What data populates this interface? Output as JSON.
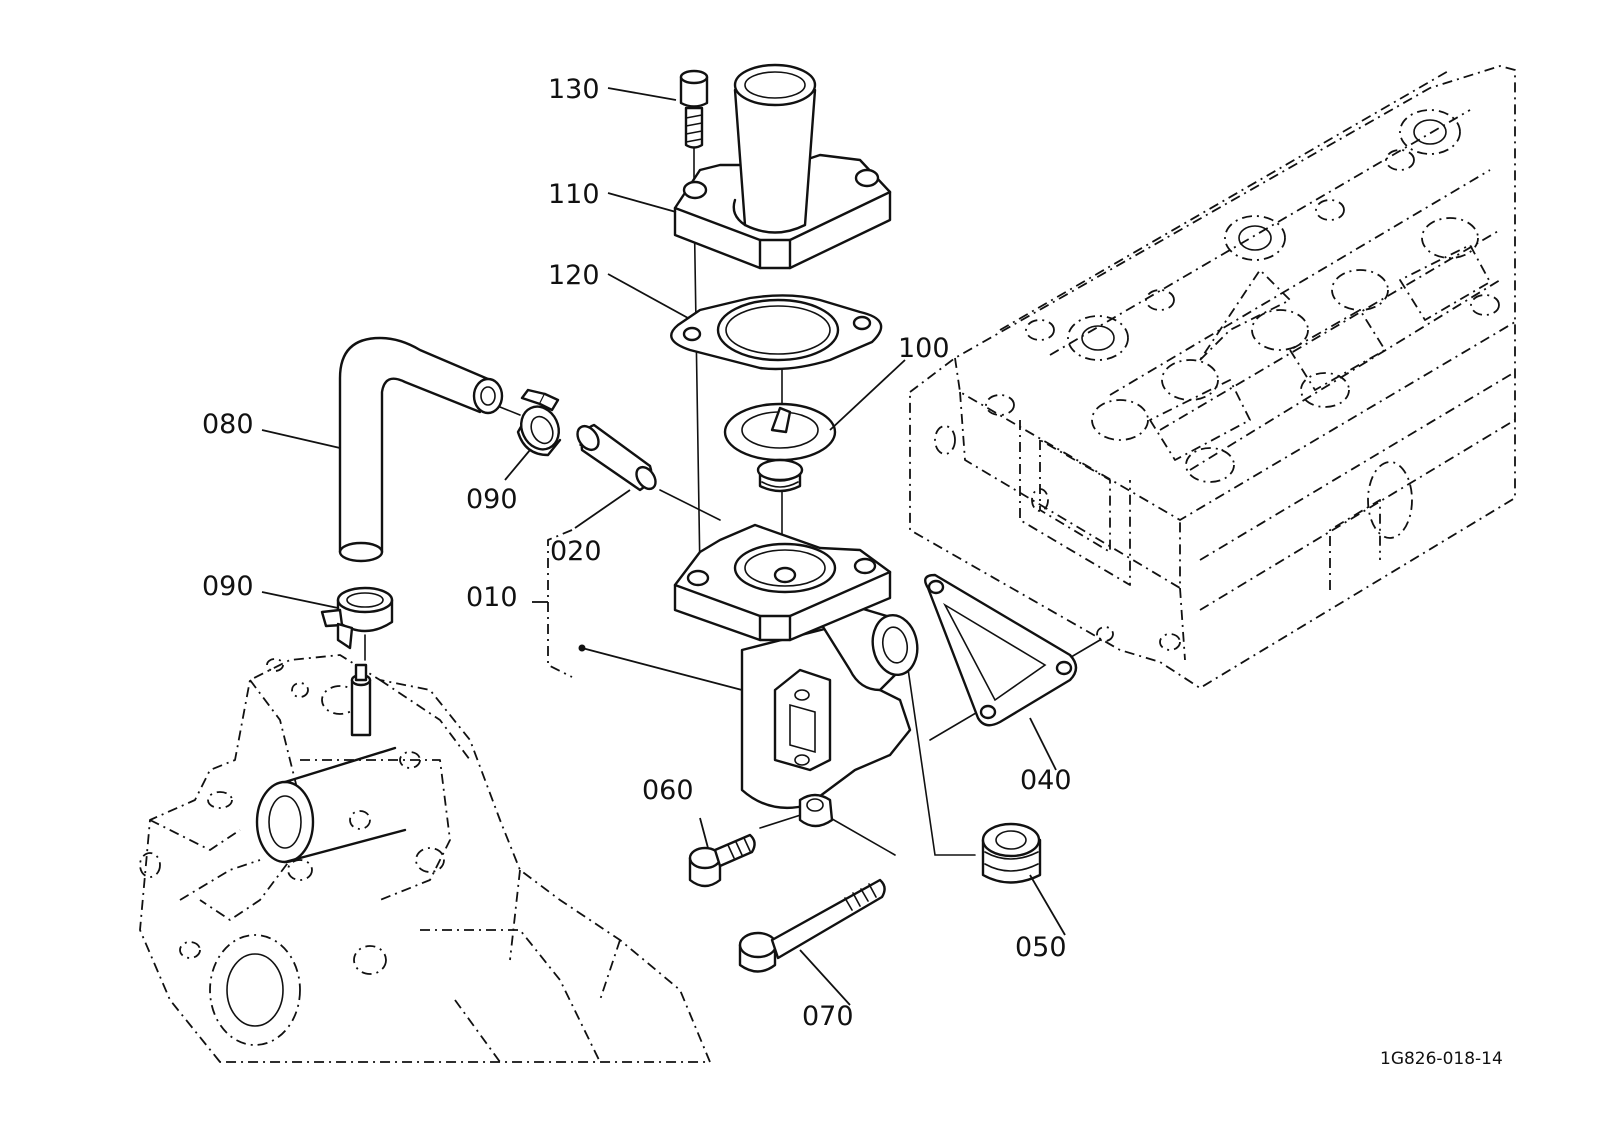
{
  "parts": [
    {
      "id": "p130",
      "number": "130",
      "description": ""
    },
    {
      "id": "p110",
      "number": "110",
      "description": ""
    },
    {
      "id": "p120",
      "number": "120",
      "description": ""
    },
    {
      "id": "p100",
      "number": "100",
      "description": ""
    },
    {
      "id": "p080",
      "number": "080",
      "description": ""
    },
    {
      "id": "p090a",
      "number": "090",
      "description": ""
    },
    {
      "id": "p020",
      "number": "020",
      "description": ""
    },
    {
      "id": "p010",
      "number": "010",
      "description": ""
    },
    {
      "id": "p090b",
      "number": "090",
      "description": ""
    },
    {
      "id": "p060",
      "number": "060",
      "description": ""
    },
    {
      "id": "p040",
      "number": "040",
      "description": ""
    },
    {
      "id": "p050",
      "number": "050",
      "description": ""
    },
    {
      "id": "p070",
      "number": "070",
      "description": ""
    }
  ],
  "drawing_code": "1G826-018-14"
}
